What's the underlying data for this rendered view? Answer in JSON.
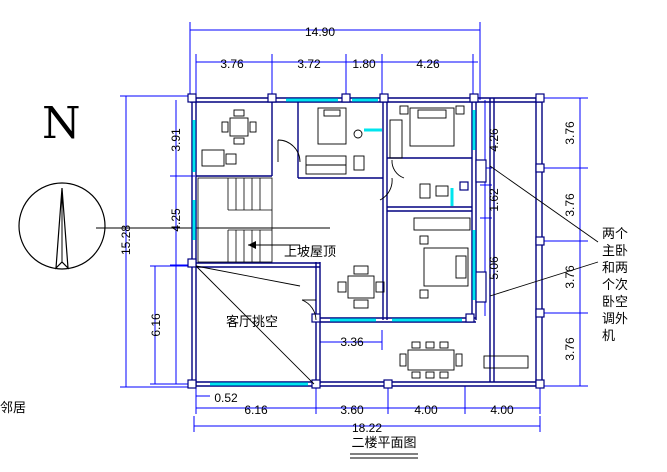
{
  "title": "二楼平面图",
  "north": "N",
  "neighbor": "邻居",
  "labels": {
    "slope_roof": "上坡屋顶",
    "living_void": "客厅挑空"
  },
  "note_lines": [
    "两个",
    "主卧",
    "和两",
    "个次",
    "卧空",
    "调外",
    "机"
  ],
  "dims": {
    "top_total": "14.90",
    "top_segments": [
      "3.76",
      "3.72",
      "1.80",
      "4.26"
    ],
    "bottom_total": "18.22",
    "bottom_segments": [
      "6.16",
      "3.60",
      "4.00",
      "4.00"
    ],
    "left_total": "15.28",
    "left_segments": [
      "3.91",
      "4.25",
      "6.16"
    ],
    "right_segments": [
      "3.76",
      "3.76",
      "3.76",
      "3.76"
    ],
    "inner": [
      "4.26",
      "1.62",
      "5.06",
      "3.36",
      "0.52"
    ]
  },
  "colors": {
    "wall": "#000080",
    "dimension": "#0000ff",
    "window": "#00e5ee"
  }
}
